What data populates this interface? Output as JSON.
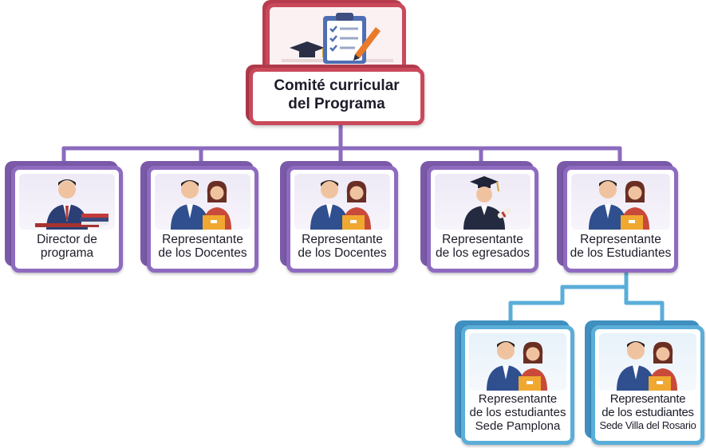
{
  "root": {
    "title_line1": "Comité curricular",
    "title_line2": "del Programa",
    "icon": "clipboard-checklist-icon"
  },
  "members": [
    {
      "line1": "Director de",
      "line2": "programa",
      "icon": "director-icon"
    },
    {
      "line1": "Representante",
      "line2": "de los Docentes",
      "icon": "teachers-icon"
    },
    {
      "line1": "Representante",
      "line2": "de los Docentes",
      "icon": "teachers-icon"
    },
    {
      "line1": "Representante",
      "line2": "de los egresados",
      "icon": "graduate-icon"
    },
    {
      "line1": "Representante",
      "line2": "de los Estudiantes",
      "icon": "students-icon"
    }
  ],
  "sub_members": [
    {
      "line1": "Representante",
      "line2": "de los estudiantes",
      "line3": "Sede Pamplona",
      "icon": "students-icon"
    },
    {
      "line1": "Representante",
      "line2": "de los estudiantes",
      "line3": "Sede Villa del Rosario",
      "icon": "students-icon"
    }
  ],
  "colors": {
    "root": "#c9495b",
    "members": "#8e6bc0",
    "sub_members": "#5aaed8"
  }
}
